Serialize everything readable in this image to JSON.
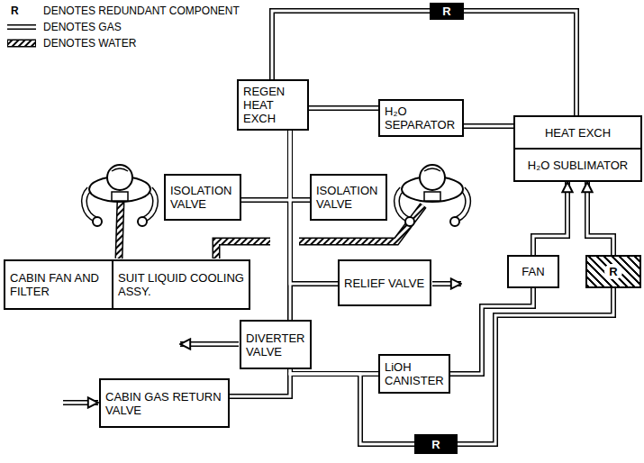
{
  "diagram": {
    "nodes": [
      {
        "text": [
          "R"
        ]
      },
      {
        "text": [
          "REGEN HEAT EXCH"
        ]
      },
      {
        "text": [
          "H₂O SEPARATOR"
        ]
      },
      {
        "text": [
          "ISOLATION VALVE"
        ]
      },
      {
        "text": [
          "ISOLATION VALVE"
        ]
      },
      {
        "text": [
          "HEAT EXCH",
          "H₂O SUBLIMATOR"
        ]
      },
      {
        "text": [
          "CABIN FAN AND FILTER"
        ]
      },
      {
        "text": [
          "SUIT LIQUID COOLING ASSY."
        ]
      },
      {
        "text": [
          "RELIEF VALVE"
        ]
      },
      {
        "text": [
          "FAN"
        ]
      },
      {
        "text": [
          "R"
        ]
      },
      {
        "text": [
          "DIVERTER VALVE"
        ]
      },
      {
        "text": [
          "LiOH CANISTER"
        ]
      },
      {
        "text": [
          "CABIN GAS RETURN VALVE"
        ]
      },
      {
        "text": [
          "R"
        ]
      }
    ],
    "edges": [
      {
        "from": 0,
        "to": 1,
        "arrow": "none"
      },
      {
        "from": 1,
        "to": 3,
        "arrow": "none"
      },
      {
        "from": 1,
        "to": 4,
        "arrow": "none"
      },
      {
        "from": 1,
        "to": 8,
        "arrow": "none"
      },
      {
        "from": 11,
        "to": 1,
        "arrow": "none"
      },
      {
        "from": 12,
        "to": 11,
        "arrow": "none"
      },
      {
        "from": 11,
        "to": 14,
        "arrow": "none"
      },
      {
        "from": 13,
        "to": 12,
        "arrow": "none"
      },
      {
        "from": 12,
        "to": 9,
        "arrow": "none"
      },
      {
        "from": 14,
        "to": 10,
        "arrow": "none"
      },
      {
        "from": 9,
        "to": 5,
        "arrow": "to"
      },
      {
        "from": 10,
        "to": 5,
        "arrow": "to"
      },
      {
        "from": 5,
        "to": 2,
        "arrow": "none"
      },
      {
        "from": 5,
        "to": 0,
        "arrow": "none"
      },
      {
        "from": 2,
        "to": 1,
        "arrow": "none"
      }
    ],
    "labels": [
      "R"
    ],
    "legend": [
      {
        "text": "DENOTES REDUNDANT COMPONENT"
      },
      {
        "text": "DENOTES GAS"
      },
      {
        "text": "DENOTES WATER"
      }
    ]
  }
}
